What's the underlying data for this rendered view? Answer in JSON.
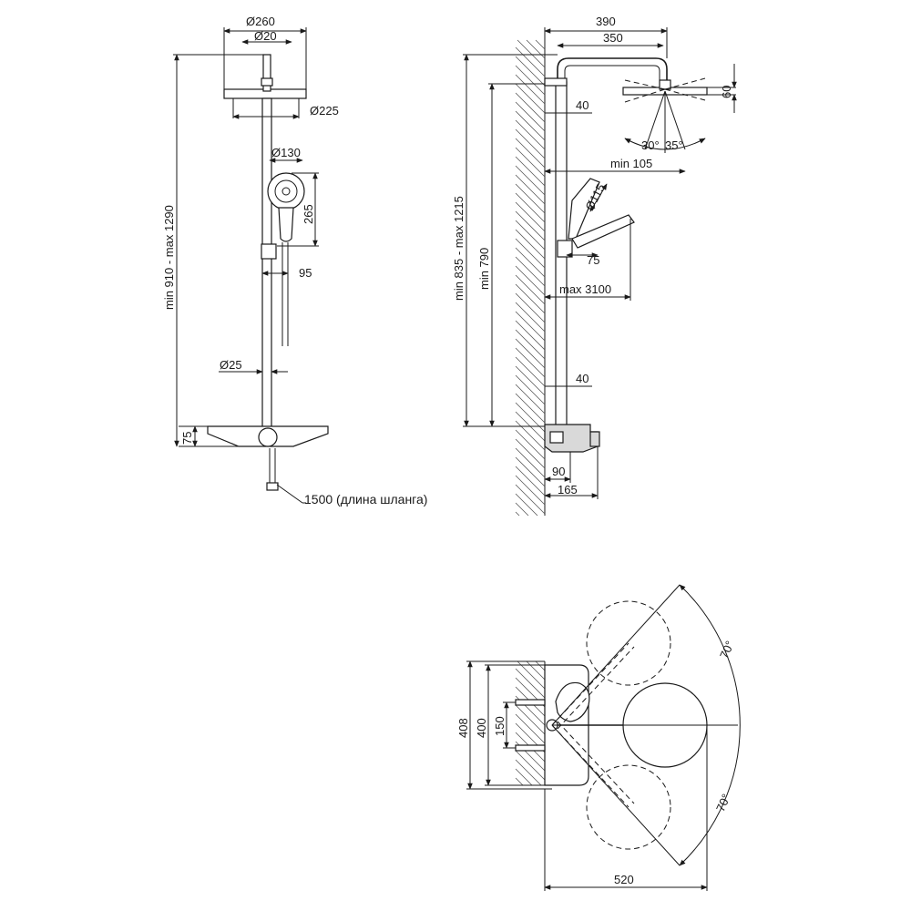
{
  "front_view": {
    "d_head": "Ø260",
    "d_arm": "Ø20",
    "d_head_inner": "Ø225",
    "d_hand": "Ø130",
    "hand_height": "265",
    "hand_offset": "95",
    "d_pipe": "Ø25",
    "mixer_height": "75",
    "total_height": "min 910 - max 1290",
    "hose_length": "1500 (длина шланга)"
  },
  "side_view": {
    "width_390": "390",
    "width_350": "350",
    "head_height": "60",
    "bracket_top": "40",
    "angle_left": "30°",
    "angle_right": "35°",
    "min_105": "min 105",
    "d_hand": "Ø115",
    "holder": "75",
    "max_3100": "max 3100",
    "bracket_bottom": "40",
    "height_range": "min 835 - max 1215",
    "min_790": "min 790",
    "depth_90": "90",
    "depth_165": "165"
  },
  "top_view": {
    "dim_408": "408",
    "dim_400": "400",
    "dim_150": "150",
    "angle_top": "70°",
    "angle_bottom": "70°",
    "dim_520": "520"
  },
  "colors": {
    "line": "#1a1a1a",
    "fill": "#ffffff",
    "panel": "#d9d9d9"
  }
}
